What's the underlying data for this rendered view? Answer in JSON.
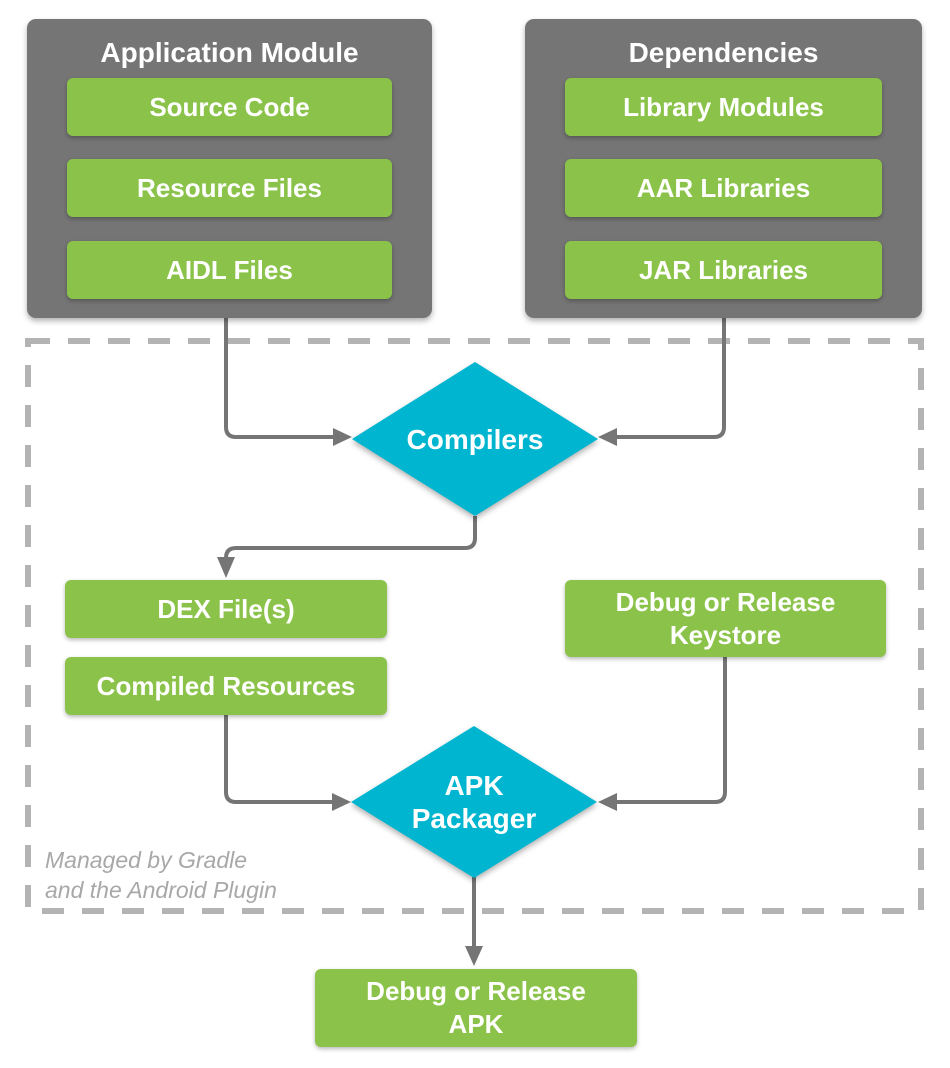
{
  "diagram": {
    "application_module": {
      "title": "Application Module",
      "items": [
        "Source Code",
        "Resource Files",
        "AIDL Files"
      ]
    },
    "dependencies": {
      "title": "Dependencies",
      "items": [
        "Library Modules",
        "AAR Libraries",
        "JAR Libraries"
      ]
    },
    "gradle_zone": {
      "compilers_label": "Compilers",
      "apk_packager_line1": "APK",
      "apk_packager_line2": "Packager",
      "dex_files_label": "DEX File(s)",
      "compiled_resources_label": "Compiled Resources",
      "keystore_line1": "Debug or Release",
      "keystore_line2": "Keystore",
      "caption_line1": "Managed by Gradle",
      "caption_line2": "and the Android Plugin"
    },
    "output_box": {
      "line1": "Debug or Release",
      "line2": "APK"
    },
    "colors": {
      "panel_gray": "#757575",
      "box_green": "#8BC34A",
      "diamond_cyan": "#00B5CF",
      "connector_gray": "#757575",
      "dashed_border_gray": "#B3B3B3",
      "caption_gray": "#A8A8A8",
      "label_text": "#FFFFFF"
    }
  }
}
